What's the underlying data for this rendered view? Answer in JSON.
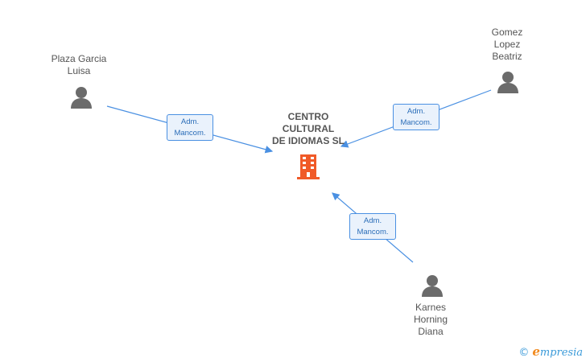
{
  "company": {
    "name_lines": [
      "CENTRO",
      "CULTURAL",
      "DE IDIOMAS SL"
    ],
    "icon": "building-icon",
    "color": "#f05a28"
  },
  "persons": [
    {
      "id": "plaza",
      "name_lines": [
        "Plaza Garcia",
        "Luisa"
      ],
      "icon": "person-icon"
    },
    {
      "id": "gomez",
      "name_lines": [
        "Gomez",
        "Lopez",
        "Beatriz"
      ],
      "icon": "person-icon"
    },
    {
      "id": "karnes",
      "name_lines": [
        "Karnes",
        "Horning",
        "Diana"
      ],
      "icon": "person-icon"
    }
  ],
  "relations": [
    {
      "from": "plaza",
      "label_lines": [
        "Adm.",
        "Mancom."
      ]
    },
    {
      "from": "gomez",
      "label_lines": [
        "Adm.",
        "Mancom."
      ]
    },
    {
      "from": "karnes",
      "label_lines": [
        "Adm.",
        "Mancom."
      ]
    }
  ],
  "colors": {
    "edge": "#4a90e2",
    "person": "#6b6b6b",
    "label_bg": "#eaf2fc"
  },
  "watermark": {
    "copyright": "©",
    "brand_first": "e",
    "brand_rest": "mpresia"
  }
}
